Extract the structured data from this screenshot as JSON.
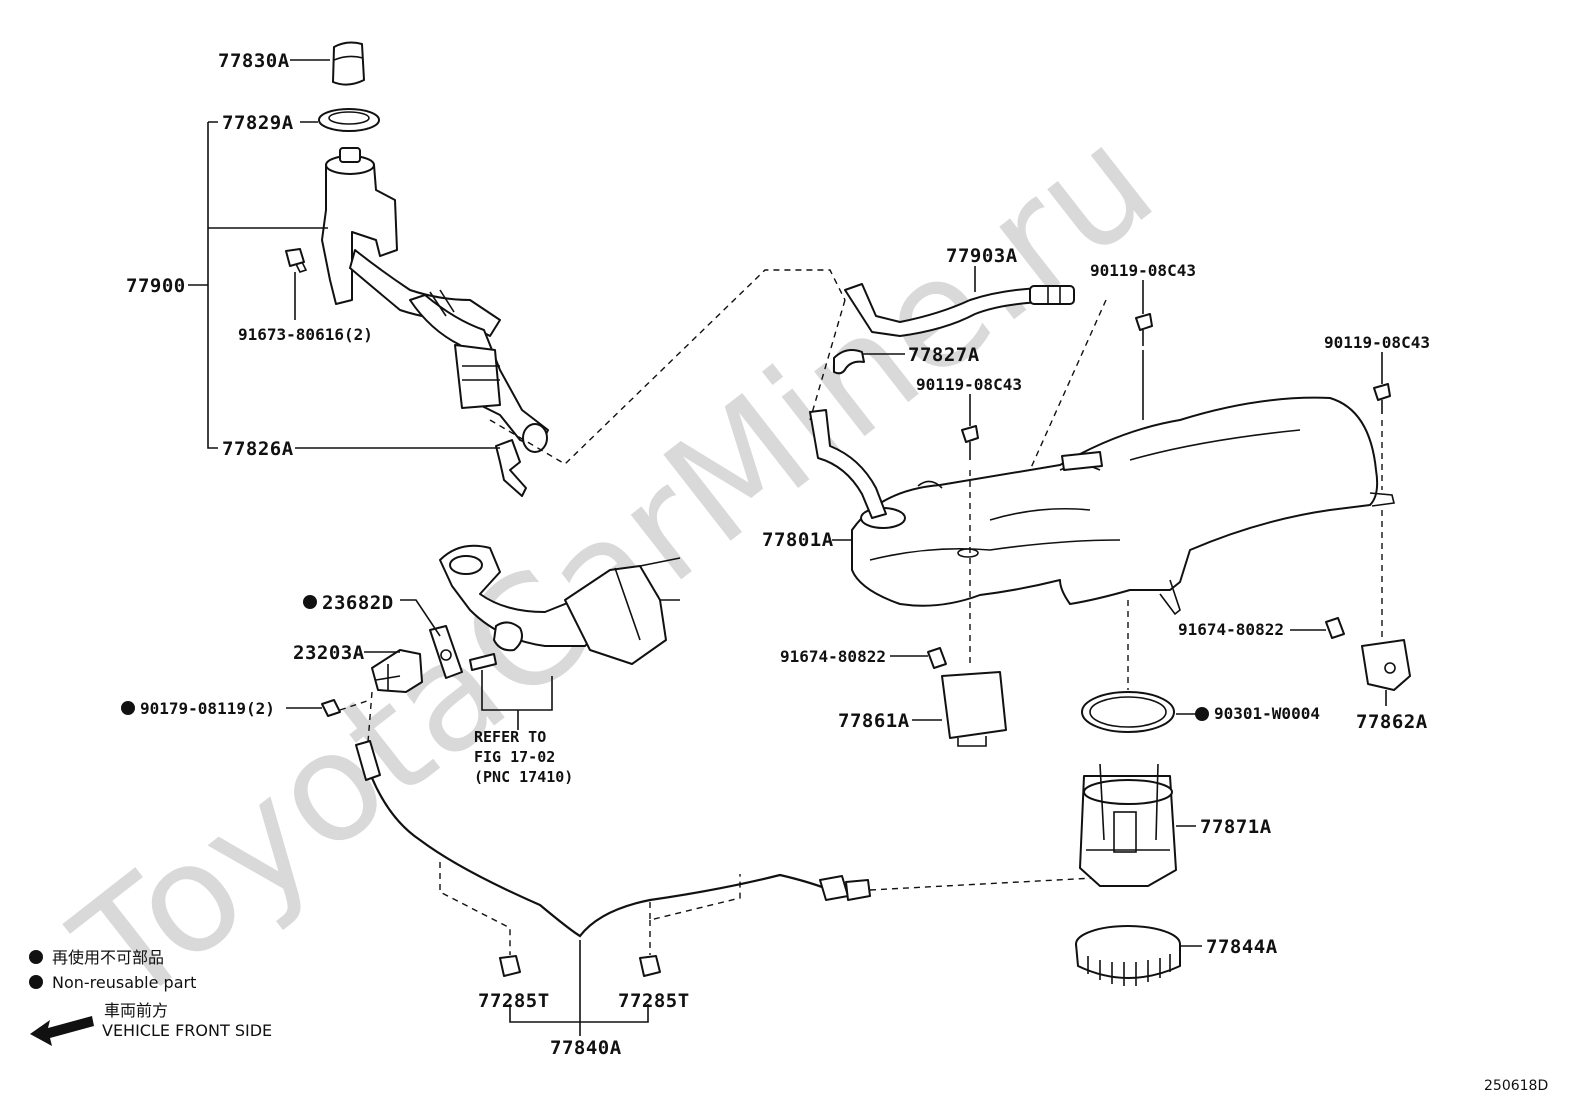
{
  "watermark": "ToyotaCarMine.ru",
  "labels": {
    "p77830A": "77830A",
    "p77829A": "77829A",
    "p77900": "77900",
    "p91673": "91673-80616(2)",
    "p77826A": "77826A",
    "p77903A": "77903A",
    "p90119a": "90119-08C43",
    "p90119b": "90119-08C43",
    "p90119c": "90119-08C43",
    "p77827A": "77827A",
    "p77801A": "77801A",
    "p23682D": "23682D",
    "p23203A": "23203A",
    "p90179": "90179-08119(2)",
    "p91674a": "91674-80822",
    "p91674b": "91674-80822",
    "p77861A": "77861A",
    "p90301": "90301-W0004",
    "p77862A": "77862A",
    "p77871A": "77871A",
    "p77844A": "77844A",
    "p77285Ta": "77285T",
    "p77285Tb": "77285T",
    "p77840A": "77840A"
  },
  "reference": {
    "line1": "REFER TO",
    "line2": "FIG 17-02",
    "line3": "(PNC 17410)"
  },
  "legend": {
    "nonreusable_jp": "再使用不可部品",
    "nonreusable_en": "Non-reusable part",
    "front_jp": "車両前方",
    "front_en": "VEHICLE FRONT SIDE"
  },
  "figure_code": "250618D"
}
